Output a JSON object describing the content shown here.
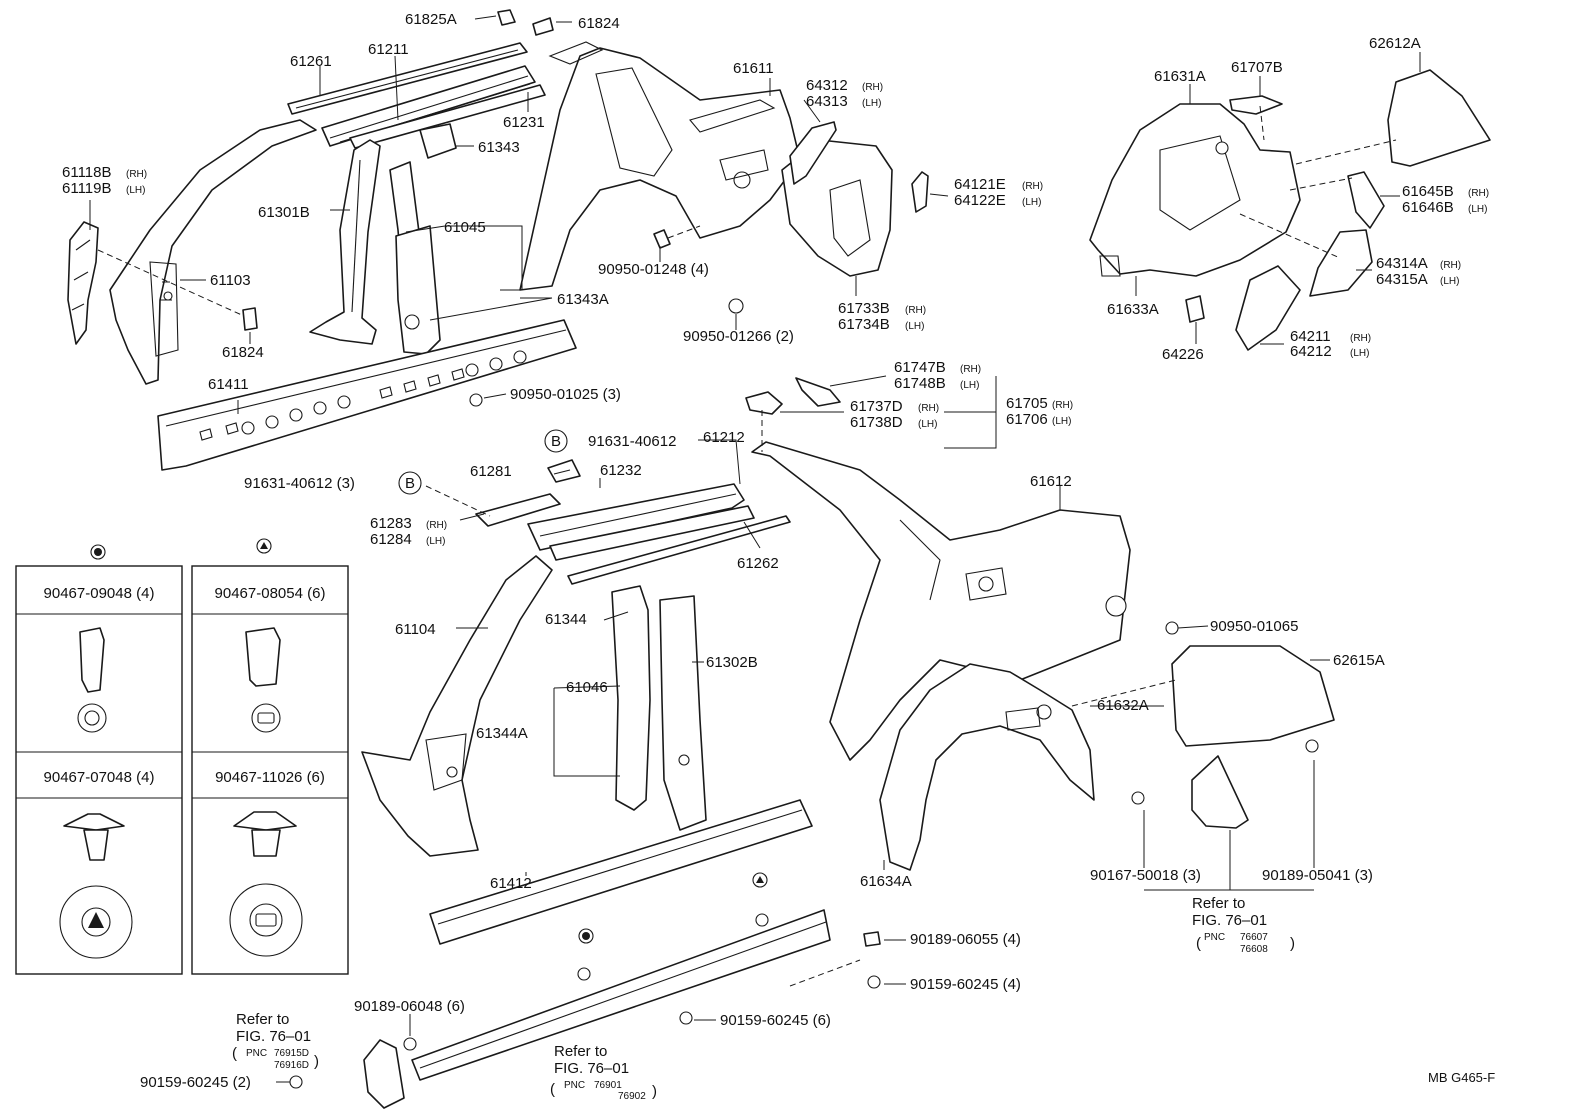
{
  "labels": {
    "p61825A": "61825A",
    "p61824a": "61824",
    "p61261": "61261",
    "p61211": "61211",
    "p61231": "61231",
    "p61343": "61343",
    "p61118B": "61118B",
    "p61119B": "61119B",
    "p61301B": "61301B",
    "p61045": "61045",
    "p61103": "61103",
    "p61824b": "61824",
    "p61343A": "61343A",
    "p61411": "61411",
    "p61611": "61611",
    "p64312": "64312",
    "p64313": "64313",
    "p64121E": "64121E",
    "p64122E": "64122E",
    "p90950_01248": "90950-01248 (4)",
    "p90950_01266": "90950-01266 (2)",
    "p61733B": "61733B",
    "p61734B": "61734B",
    "p90950_01025": "90950-01025 (3)",
    "p61631A": "61631A",
    "p61707B": "61707B",
    "p62612A": "62612A",
    "p61645B": "61645B",
    "p61646B": "61646B",
    "p64314A": "64314A",
    "p64315A": "64315A",
    "p61633A": "61633A",
    "p64226": "64226",
    "p64211": "64211",
    "p64212": "64212",
    "p61747B": "61747B",
    "p61748B": "61748B",
    "p61737D": "61737D",
    "p61738D": "61738D",
    "p61705": "61705",
    "p61706": "61706",
    "p91631_40612a": "91631-40612",
    "p61212": "61212",
    "p61281": "61281",
    "p61232": "61232",
    "p91631_40612b": "91631-40612 (3)",
    "p61283": "61283",
    "p61284": "61284",
    "p61262": "61262",
    "p61612": "61612",
    "p61104": "61104",
    "p61344": "61344",
    "p61302B": "61302B",
    "p61046": "61046",
    "p61344A": "61344A",
    "p90950_01065": "90950-01065",
    "p62615A": "62615A",
    "p61632A": "61632A",
    "p61412": "61412",
    "p61634A": "61634A",
    "p90167_50018": "90167-50018 (3)",
    "p90189_05041": "90189-05041 (3)",
    "p90189_06055": "90189-06055 (4)",
    "p90159_60245a": "90159-60245 (4)",
    "p90159_60245b": "90159-60245 (6)",
    "p90189_06048": "90189-06048 (6)",
    "p90159_60245c": "90159-60245 (2)"
  },
  "sides": {
    "rh": "(RH)",
    "lh": "(LH)"
  },
  "circle_b": "B",
  "refs": {
    "r1": {
      "line1": "Refer to",
      "line2": "FIG. 76–01",
      "pnc": "PNC",
      "a": "76915D",
      "b": "76916D"
    },
    "r2": {
      "line1": "Refer to",
      "line2": "FIG. 76–01",
      "pnc": "PNC",
      "a": "76901",
      "b": "76902"
    },
    "r3": {
      "line1": "Refer to",
      "line2": "FIG. 76–01",
      "pnc": "PNC",
      "a": "76607",
      "b": "76608"
    }
  },
  "clip_tables": {
    "circle": {
      "top": "90467-09048 (4)",
      "bottom": "90467-07048 (4)"
    },
    "triangle": {
      "top": "90467-08054 (6)",
      "bottom": "90467-11026 (6)"
    }
  },
  "catalog_code": "MB G465-F"
}
